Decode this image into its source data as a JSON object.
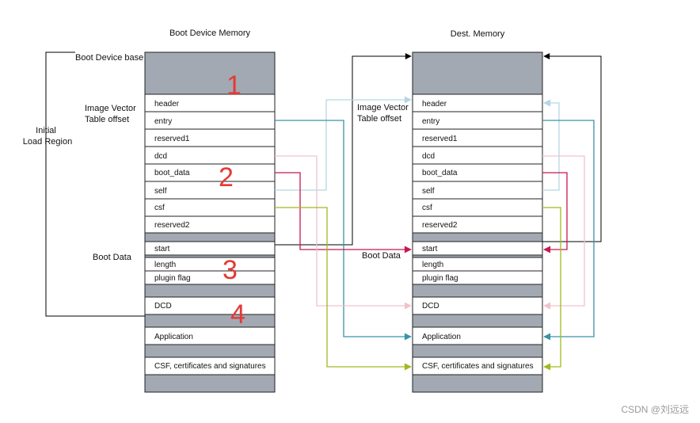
{
  "titles": {
    "left": "Boot Device Memory",
    "right": "Dest. Memory"
  },
  "side_labels": {
    "boot_device_base": "Boot Device base",
    "ivt_offset_left_1": "Image Vector",
    "ivt_offset_left_2": "Table offset",
    "initial_1": "Initial",
    "initial_2": "Load Region",
    "boot_data_left": "Boot Data",
    "ivt_offset_right_1": "Image Vector",
    "ivt_offset_right_2": "Table offset",
    "boot_data_right": "Boot Data"
  },
  "cells": {
    "header": "header",
    "entry": "entry",
    "reserved1": "reserved1",
    "dcd": "dcd",
    "boot_data": "boot_data",
    "self": "self",
    "csf": "csf",
    "reserved2": "reserved2",
    "start": "start",
    "length": "length",
    "plugin_flag": "plugin flag",
    "DCD": "DCD",
    "application": "Application",
    "csf_full": "CSF, certificates and signatures"
  },
  "numbers": {
    "n1": "1",
    "n2": "2",
    "n3": "3",
    "n4": "4"
  },
  "colors": {
    "gray_fill": "#a2a9b3",
    "teal": "#3a93a8",
    "light_blue": "#b7d6e3",
    "crimson": "#c8184f",
    "pink": "#efc3cc",
    "olive": "#a3b820",
    "black": "#000000",
    "number_red": "#e53935"
  },
  "watermark": "CSDN @刘远远"
}
